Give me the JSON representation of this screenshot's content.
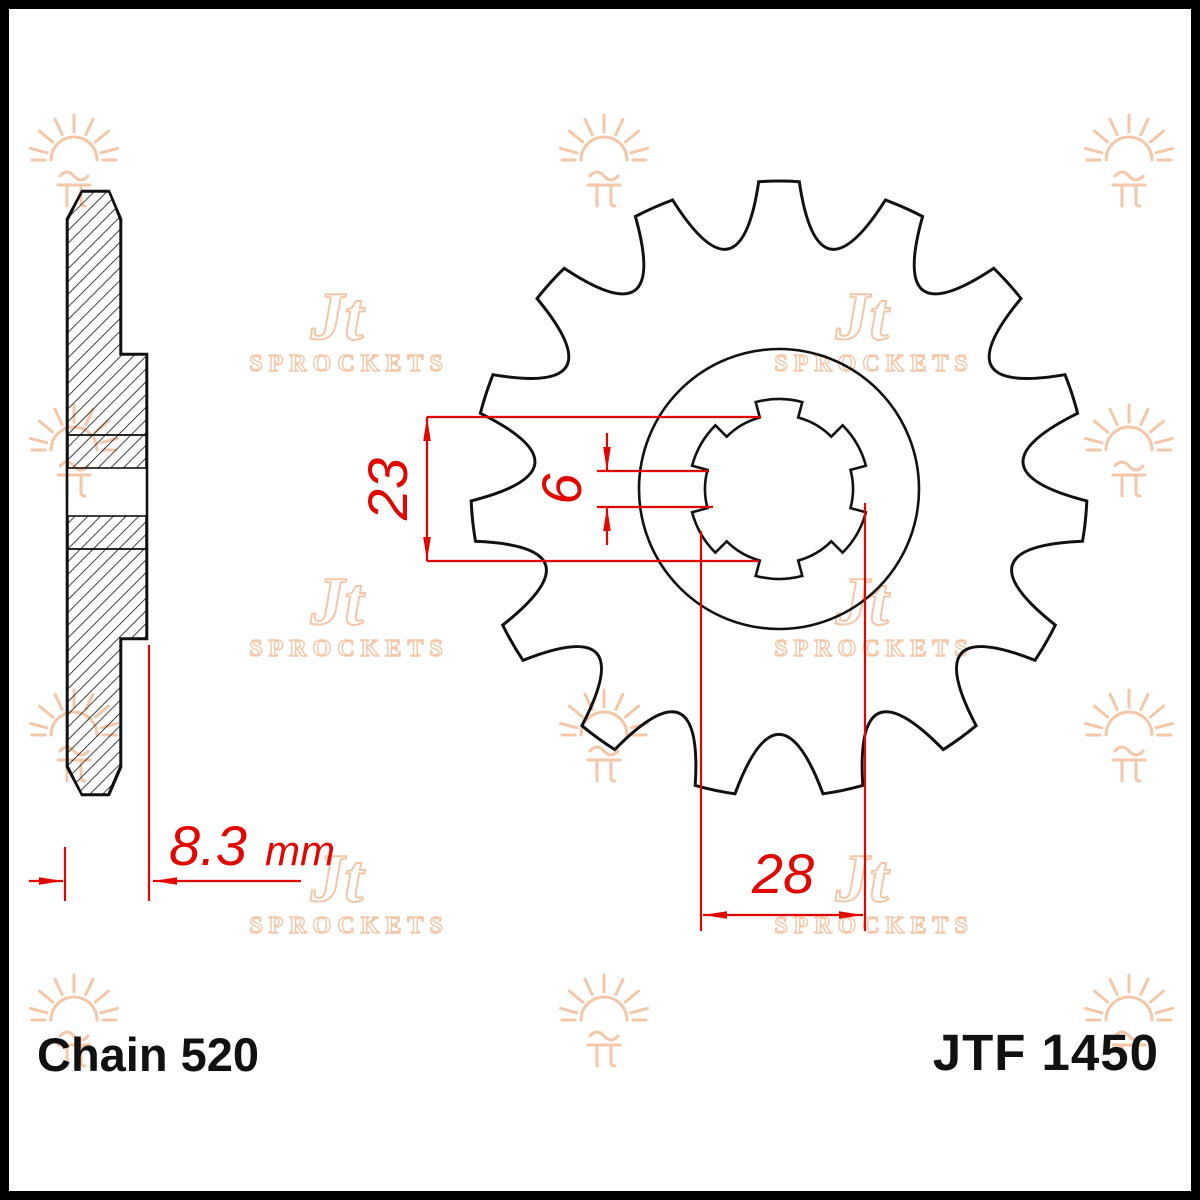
{
  "colors": {
    "accent_red": "#e10600",
    "ink": "#111111",
    "watermark": "#f3c7a8",
    "background": "#ffffff"
  },
  "captions": {
    "chain": "Chain 520",
    "part_number": "JTF 1450"
  },
  "dimensions": {
    "spline_outer_diameter": {
      "value": "23"
    },
    "spline_tooth_height": {
      "value": "6"
    },
    "spline_width": {
      "value": "28"
    },
    "overall_width": {
      "value": "8.3",
      "unit": "mm"
    }
  },
  "watermark": {
    "logo_text": "Jt",
    "logo_subtext": "SPROCKETS"
  }
}
